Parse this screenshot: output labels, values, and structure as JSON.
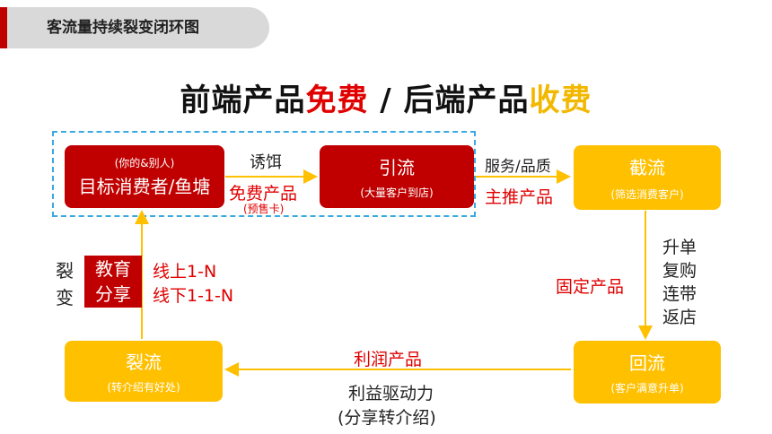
{
  "header": {
    "title": "客流量持续裂变闭环图"
  },
  "headline": {
    "part1": "前端产品",
    "part2": "免费",
    "part3": " / 后端产品",
    "part4": "收费"
  },
  "nodes": {
    "target": {
      "sub": "(你的&别人)",
      "main": "目标消费者/鱼塘"
    },
    "yinliu": {
      "main": "引流",
      "sub": "(大量客户到店)"
    },
    "jieliu": {
      "main": "截流",
      "sub": "(筛选消费客户)"
    },
    "huiliu": {
      "main": "回流",
      "sub": "(客户满意升单)"
    },
    "lieliu": {
      "main": "裂流",
      "sub": "(转介绍有好处)"
    }
  },
  "labels": {
    "bait": "诱饵",
    "free_product": "免费产品",
    "presale_card": "(预售卡)",
    "service_quality": "服务/品质",
    "main_product": "主推产品",
    "fixed_product": "固定产品",
    "upsell": [
      "升单",
      "复购",
      "连带",
      "返店"
    ],
    "profit_product": "利润产品",
    "profit_drive": "利益驱动力",
    "share_referral": "(分享转介绍)",
    "fission_chars": [
      "裂",
      "变"
    ],
    "fission_box": [
      "教育",
      "分享"
    ],
    "online": "线上1-N",
    "offline": "线下1-1-N"
  },
  "colors": {
    "red": "#c00000",
    "gold": "#ffc000",
    "accent_red": "#e00000",
    "dash_blue": "#3aa9e0"
  }
}
